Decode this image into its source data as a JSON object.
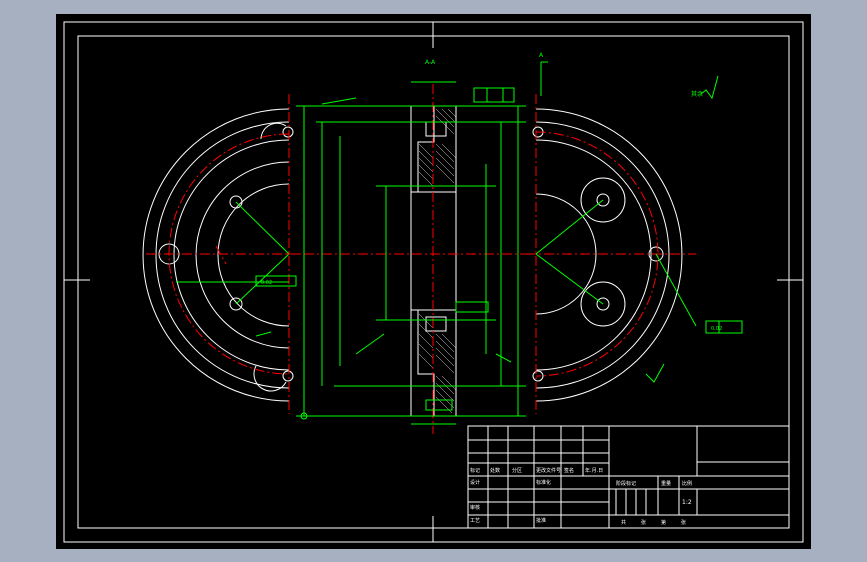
{
  "colors": {
    "frame": "#ffffff",
    "geometry": "#ffffff",
    "dimension": "#00ff00",
    "centerline": "#ff0000",
    "hatch": "#ffffff",
    "callout": "#00ff00",
    "bg": "#000000"
  },
  "section_label": "A-A",
  "view_label": "A",
  "roughness_note": "其余",
  "scale": "1:2",
  "title_block": {
    "r1": [
      "标记",
      "处数",
      "分区",
      "更改文件号",
      "签名",
      "年.月.日"
    ],
    "design": "设计",
    "standard": "标准化",
    "review": "审核",
    "process": "工艺",
    "approve": "批准",
    "stage_mark": "阶段标记",
    "weight": "重量",
    "ratio": "比例",
    "sheets_total": "共",
    "sheet": "张",
    "sheet_no": "第",
    "sheet_unit": "张"
  },
  "tol_left": "0.02",
  "tol_right": "0.02"
}
